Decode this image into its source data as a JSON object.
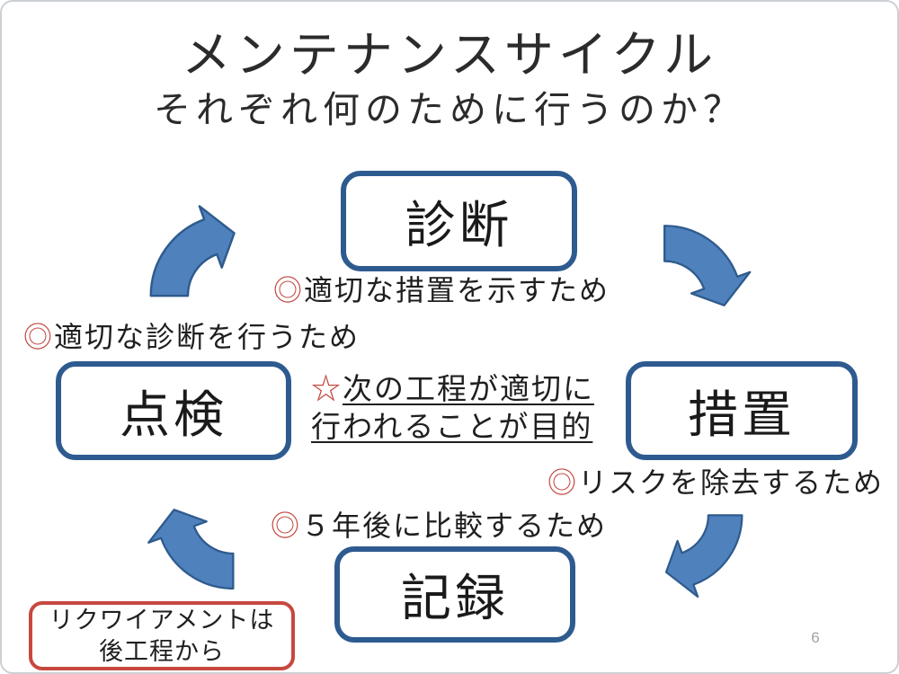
{
  "slide": {
    "title": "メンテナンスサイクル",
    "subtitle": "それぞれ何のために行うのか？",
    "page_number": "6"
  },
  "cycle": {
    "boxes": [
      {
        "id": "diagnosis",
        "label": "診断"
      },
      {
        "id": "measure",
        "label": "措置"
      },
      {
        "id": "record",
        "label": "記録"
      },
      {
        "id": "inspection",
        "label": "点検"
      }
    ],
    "direction": "clockwise",
    "arrows": [
      "inspection-to-diagnosis",
      "diagnosis-to-measure",
      "measure-to-record",
      "record-to-inspection"
    ]
  },
  "annotations": [
    {
      "marker": "◎",
      "text": "適切な措置を示すため",
      "for": "diagnosis"
    },
    {
      "marker": "◎",
      "text": "適切な診断を行うため",
      "for": "inspection"
    },
    {
      "marker": "◎",
      "text": "リスクを除去するため",
      "for": "measure"
    },
    {
      "marker": "◎",
      "text": "５年後に比較するため",
      "for": "record"
    }
  ],
  "center_note": {
    "marker": "☆",
    "line1": "次の工程が適切に",
    "line2": "行われることが目的"
  },
  "callout": {
    "line1": "リクワイアメントは",
    "line2": "後工程から"
  },
  "colors": {
    "box_border": "#2E5B8F",
    "arrow_fill": "#4F81BD",
    "arrow_stroke": "#2F5B8D",
    "red": "#C1473F",
    "callout_border": "#C6483F",
    "page_number": "#A3A3A3"
  }
}
